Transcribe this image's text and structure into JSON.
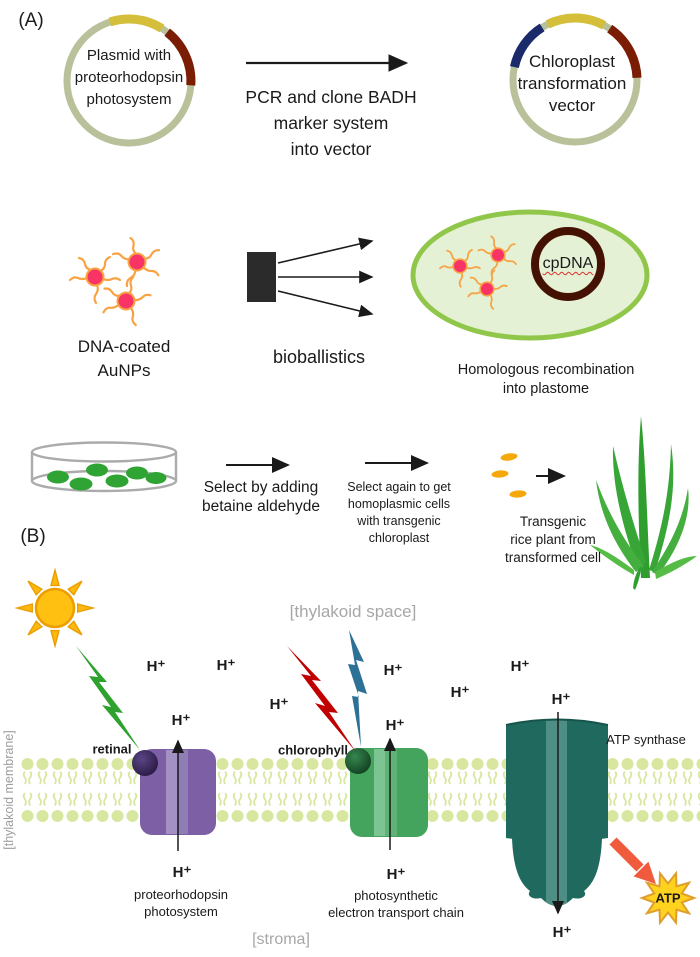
{
  "panel_a": {
    "label": "(A)",
    "plasmid_source_lines": [
      "Plasmid with",
      "proteorhodopsin",
      "photosystem"
    ],
    "pcr_caption_lines": [
      "PCR and clone BADH",
      "marker system",
      "into vector"
    ],
    "vector_lines": [
      "Chloroplast",
      "transformation",
      "vector"
    ],
    "aunp_caption_lines": [
      "DNA-coated",
      "AuNPs"
    ],
    "bioballistics_label": "bioballistics",
    "cpdna_label": "cpDNA",
    "recombination_caption_lines": [
      "Homologous recombination",
      "into plastome"
    ],
    "select1_lines": [
      "Select by adding",
      "betaine aldehyde"
    ],
    "select2_lines": [
      "Select again to get",
      "homoplasmic cells",
      "with transgenic",
      "chloroplast"
    ],
    "rice_caption_lines": [
      "Transgenic",
      "rice plant from",
      "transformed cell"
    ]
  },
  "panel_b": {
    "label": "(B)",
    "thylakoid_space_label": "[thylakoid space]",
    "thylakooid_membrane_note": "",
    "thylakoid_membrane_label": "[thylakoid membrane]",
    "stroma_label": "[stroma]",
    "proton_label": "H⁺",
    "retinal_label": "retinal",
    "chlorophyll_label": "chlorophyll",
    "atp_synthase_label": "ATP synthase",
    "atp_burst_label": "ATP",
    "proteorhodopsin_caption_lines": [
      "proteorhodopsin",
      "photosystem"
    ],
    "etc_caption_lines": [
      "photosynthetic",
      "electron transport chain"
    ]
  },
  "colors": {
    "plasmid_ring": "#b8c19a",
    "marker_yellow": "#d4be3a",
    "marker_darkred": "#7b1c05",
    "marker_navy": "#1b2a6b",
    "aunp_pink": "#f83467",
    "aunp_orange": "#f9a243",
    "cell_fill": "#e4f1d4",
    "cell_border": "#90c74b",
    "cpdna_ring": "#451103",
    "colony_green": "#2fa434",
    "grain_orange": "#f5a80a",
    "sun_yellow": "#ffc012",
    "sun_orange": "#ec9d00",
    "bolt_green": "#2fa12f",
    "bolt_red": "#c00000",
    "bolt_blue": "#2e7196",
    "lipid_green": "#d8e7a0",
    "protein_purple": "#7c5fa5",
    "protein_green": "#44a45e",
    "protein_teal": "#20695f",
    "atp_arrow_orange": "#f15b3d",
    "atp_star_yellow": "#ffd21e",
    "label_gray": "#a7a7a7"
  }
}
